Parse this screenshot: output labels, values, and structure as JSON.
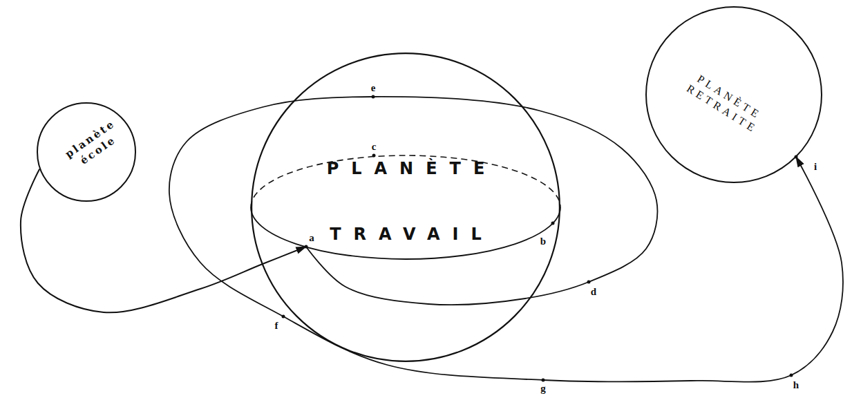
{
  "diagram": {
    "nodes": [
      {
        "text": [
          "planète école"
        ]
      },
      {
        "text": [
          "PLANÈTE TRAVAIL"
        ]
      },
      {
        "text": [
          "PLANÈTE RETRAITE"
        ]
      }
    ],
    "edges": [
      {
        "from": 0,
        "to": 1,
        "arrow": "to"
      },
      {
        "from": 1,
        "to": 2,
        "arrow": "to"
      }
    ],
    "labels": [
      "a",
      "b",
      "c",
      "d",
      "e",
      "f",
      "g",
      "h",
      "i"
    ]
  }
}
